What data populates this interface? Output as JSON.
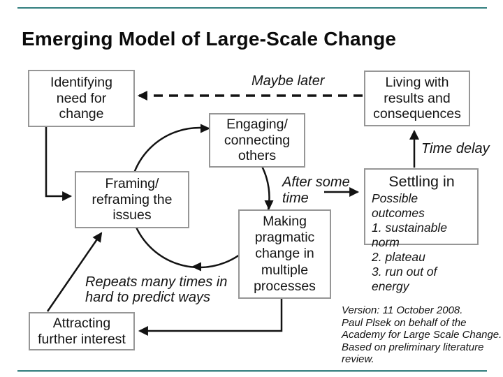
{
  "slide": {
    "title": "Emerging Model of Large-Scale Change",
    "accent_color": "#3E8686"
  },
  "boxes": {
    "identifying": "Identifying\nneed for\nchange",
    "engaging": "Engaging/\nconnecting\nothers",
    "living": "Living with\nresults and\nconsequences",
    "framing": "Framing/\nreframing the\nissues",
    "making": "Making\npragmatic\nchange in\nmultiple\nprocesses",
    "attracting": "Attracting\nfurther interest",
    "settling": {
      "title": "Settling in",
      "body": "Possible outcomes\n1. sustainable norm\n2. plateau\n3. run out of energy"
    }
  },
  "annotations": {
    "maybe_later": "Maybe later",
    "time_delay": "Time delay",
    "after_some_time": "After some\ntime",
    "repeats": "Repeats many times in\nhard to predict ways",
    "version": "Version: 11 October 2008.\nPaul Plsek on behalf of the\nAcademy for Large Scale Change.\nBased on preliminary literature\nreview."
  }
}
